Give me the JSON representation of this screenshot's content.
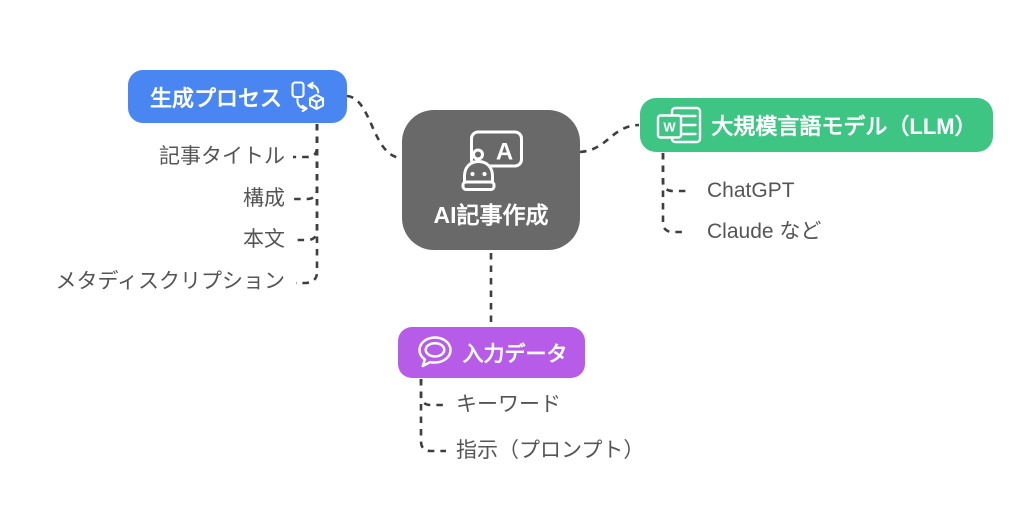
{
  "diagram": {
    "background": "#ffffff",
    "connector_color": "#3f3f3f",
    "item_text_color": "#555555",
    "center": {
      "label": "AI記事作成",
      "color": "#696969",
      "icon": "robot-screen-icon",
      "icon_letter": "A"
    },
    "branches": [
      {
        "label": "生成プロセス",
        "color": "#4a86f2",
        "icon": "transform-icon",
        "items": [
          "記事タイトル",
          "構成",
          "本文",
          "メタディスクリプション"
        ]
      },
      {
        "label": "大規模言語モデル（LLM）",
        "color": "#3ec584",
        "icon": "word-document-icon",
        "icon_letter": "W",
        "items": [
          "ChatGPT",
          "Claude など"
        ]
      },
      {
        "label": "入力データ",
        "color": "#b65ce8",
        "icon": "speech-bubble-icon",
        "items": [
          "キーワード",
          "指示（プロンプト）"
        ]
      }
    ]
  }
}
